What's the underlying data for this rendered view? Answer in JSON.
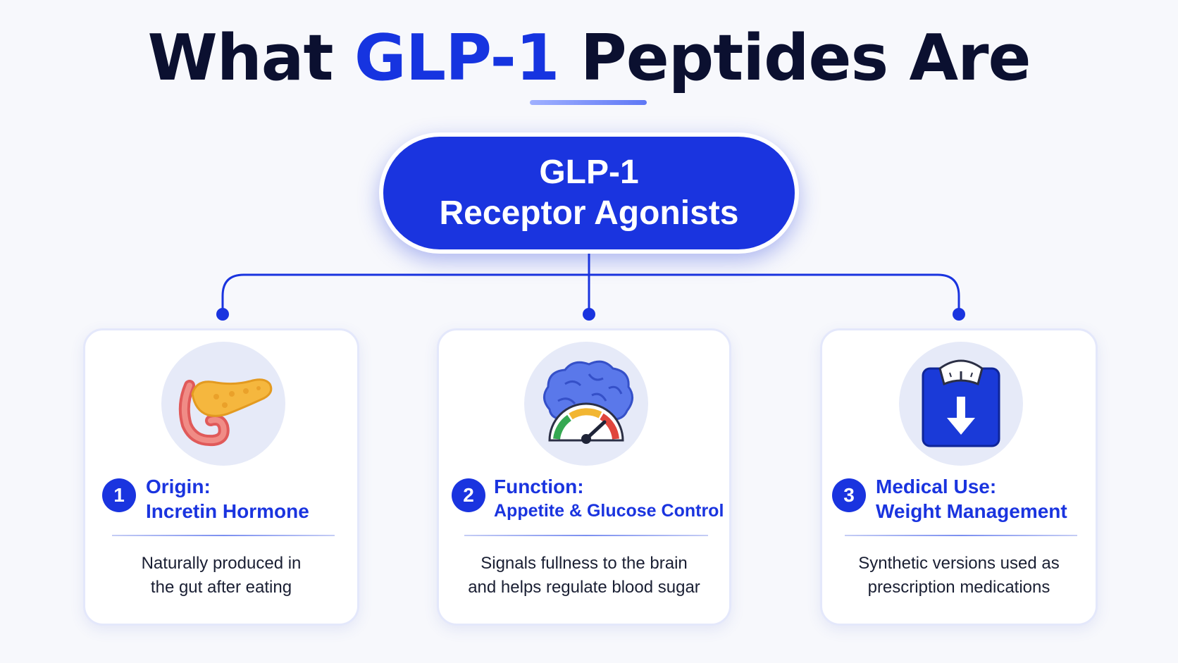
{
  "title": {
    "prefix": "What ",
    "accent": "GLP-1",
    "suffix": " Peptides Are"
  },
  "center": {
    "line1": "GLP-1",
    "line2": "Receptor Agonists"
  },
  "cards": [
    {
      "number": "1",
      "heading_line1": "Origin:",
      "heading_line2": "Incretin Hormone",
      "desc_line1": "Naturally produced in",
      "desc_line2": "the gut after eating",
      "icon": "pancreas-icon"
    },
    {
      "number": "2",
      "heading_line1": "Function:",
      "heading_line2": "Appetite & Glucose Control",
      "desc_line1": "Signals fullness to the brain",
      "desc_line2": "and helps regulate blood sugar",
      "icon": "brain-gauge-icon"
    },
    {
      "number": "3",
      "heading_line1": "Medical Use:",
      "heading_line2": "Weight Management",
      "desc_line1": "Synthetic versions used as",
      "desc_line2": "prescription medications",
      "icon": "scale-down-icon"
    }
  ],
  "colors": {
    "accent": "#1a34df",
    "dark": "#0b1030",
    "text": "#1a1f33"
  }
}
